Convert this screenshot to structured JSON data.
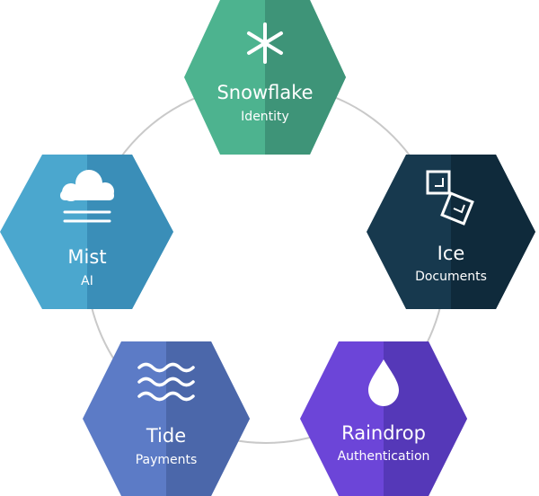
{
  "diagram": {
    "nodes": [
      {
        "id": "snowflake",
        "title": "Snowflake",
        "subtitle": "Identity",
        "icon": "asterisk-icon",
        "color_light": "#4db38f",
        "color_dark": "#3e9478"
      },
      {
        "id": "ice",
        "title": "Ice",
        "subtitle": "Documents",
        "icon": "cubes-icon",
        "color_light": "#17394e",
        "color_dark": "#0f2a3b"
      },
      {
        "id": "raindrop",
        "title": "Raindrop",
        "subtitle": "Authentication",
        "icon": "drop-icon",
        "color_light": "#6c45d8",
        "color_dark": "#5538b8"
      },
      {
        "id": "tide",
        "title": "Tide",
        "subtitle": "Payments",
        "icon": "waves-icon",
        "color_light": "#5c7bc6",
        "color_dark": "#4b67aa"
      },
      {
        "id": "mist",
        "title": "Mist",
        "subtitle": "AI",
        "icon": "cloud-fog-icon",
        "color_light": "#4ba7ce",
        "color_dark": "#3a8eb8"
      }
    ],
    "ring_color": "#c9c9c9"
  }
}
